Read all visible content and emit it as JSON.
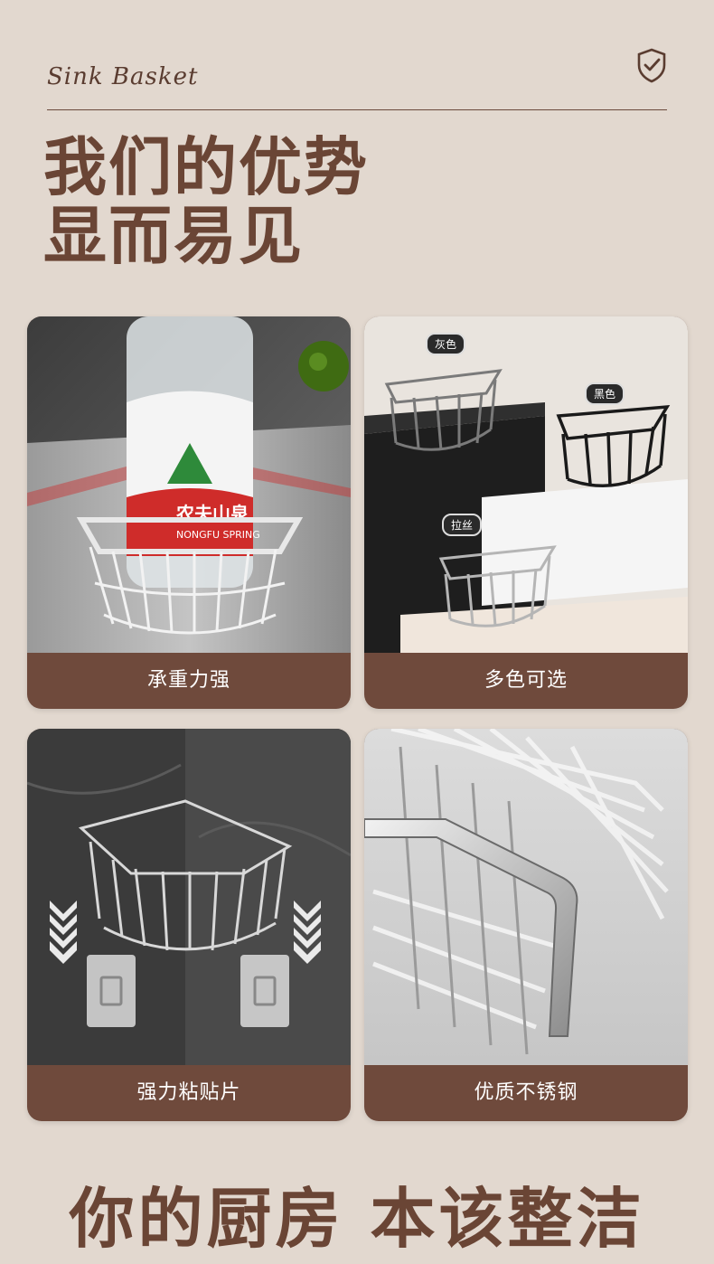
{
  "header": {
    "brand": "Sink Basket",
    "headline_line1": "我们的优势",
    "headline_line2": "显而易见"
  },
  "features": [
    {
      "caption": "承重力强",
      "bottle_brand": "农夫山泉",
      "bottle_sub": "NONGFU SPRING"
    },
    {
      "caption": "多色可选",
      "tags": [
        "灰色",
        "黑色",
        "拉丝"
      ]
    },
    {
      "caption": "强力粘贴片"
    },
    {
      "caption": "优质不锈钢"
    }
  ],
  "footer": {
    "slogan": "你的厨房 本该整洁"
  },
  "colors": {
    "background": "#e2d8cf",
    "accent_brown": "#6a4535",
    "caption_bar": "#6f4a3c"
  }
}
